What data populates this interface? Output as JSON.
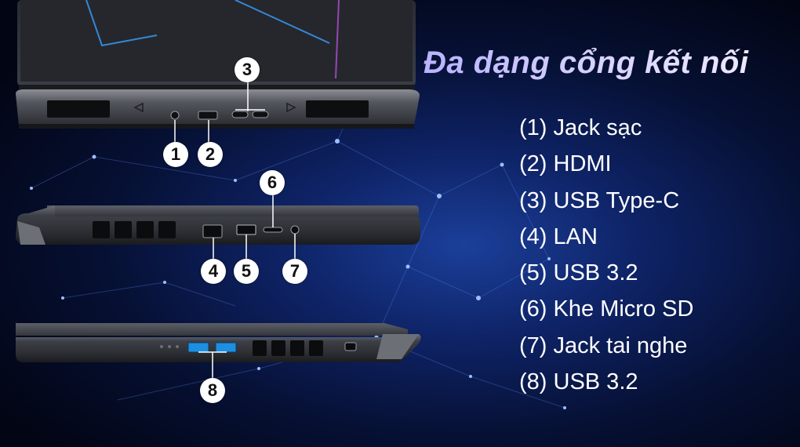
{
  "title": "Đa dạng cổng kết nối",
  "ports": [
    "(1) Jack sạc",
    "(2) HDMI",
    "(3) USB Type-C",
    "(4) LAN",
    "(5) USB 3.2",
    "(6) Khe Micro SD",
    "(7) Jack tai nghe",
    "(8) USB 3.2"
  ],
  "badges": [
    "1",
    "2",
    "3",
    "4",
    "5",
    "6",
    "7",
    "8"
  ],
  "colors": {
    "background": "#061033",
    "title_gradient_start": "#b9b2ff",
    "title_gradient_end": "#f2eeff",
    "usb_port_blue": "#1e8fe0",
    "text": "#ffffff"
  }
}
